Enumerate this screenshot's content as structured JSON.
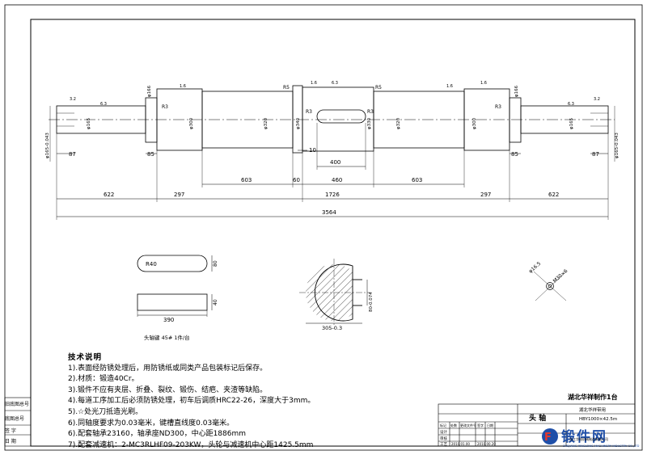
{
  "drawing": {
    "overall_length": "3564",
    "segments_bottom": [
      "622",
      "297",
      "1726",
      "297",
      "622"
    ],
    "segments_mid": [
      "603",
      "60",
      "460",
      "603"
    ],
    "keyway_length": "400",
    "keyway_offset": "10",
    "shoulder_left": "87",
    "shoulder_left2": "85",
    "shoulder_right": "85",
    "shoulder_right2": "87",
    "dia_labels": [
      "φ165-0.043",
      "φ165",
      "φ166",
      "φ300",
      "φ320",
      "φ340",
      "φ330",
      "φ320",
      "φ300",
      "φ166",
      "φ165",
      "φ165-0.043"
    ],
    "radius_labels": [
      "R3",
      "R5",
      "R3",
      "R3",
      "R5",
      "R3"
    ],
    "finish_marks": [
      "3.2",
      "6.3",
      "1.6",
      "1.6",
      "6.3",
      "1.6",
      "1.6",
      "6.3",
      "3.2"
    ],
    "key_radius": "R40",
    "key_width": "80",
    "key_length": "390",
    "key_height": "40",
    "key_caption": "头轴键  45#  1件/台",
    "section_width": "305-0.3",
    "section_depth": "80-0.074",
    "hole_dia": "φ16.5",
    "hole_thread": "M30×6"
  },
  "notes": {
    "title": "技术说明",
    "lines": [
      "1).表面经防锈处理后，用防锈纸或同类产品包装标记后保存。",
      "2).材质：锻造40Cr。",
      "3).锻件不应有夹层、折叠、裂纹、锻伤、结疤、夹渣等缺陷。",
      "4).每道工序加工后必须防锈处理，初车后调质HRC22-26，深度大于3mm。",
      "5).☆处光刀抵造光刷。",
      "6).同轴度要求为0.03毫米，键槽直线度0.03毫米。",
      "6).配套轴承23160，轴承座ND300，中心距1886mm",
      "7).配套减速机：2-MC3RLHF09-203KW，头轮与减速机中心距1425.5mm"
    ]
  },
  "title_block": {
    "company": "湖北华祥制作1台",
    "part_name": "头  轴",
    "drawing_no": "HBY1000×42.5m",
    "project": "湖北华祥带用",
    "date1": "2010.01.00",
    "date2": "2010.00.20",
    "mini_headers": [
      "标记",
      "处数",
      "更改文件号",
      "签字",
      "日期"
    ],
    "roles": [
      "设计",
      "审核",
      "工艺"
    ],
    "brand_small": "浙江华锐机械制造有限公司"
  },
  "side_labels": [
    "旧底图总号",
    "底图总号",
    "签  字",
    "日  期"
  ],
  "watermark": {
    "text": "锻件网",
    "sub": "ZHEJIANG XINGLONG MACHINERY INDUSTRY CO.,LTD"
  }
}
